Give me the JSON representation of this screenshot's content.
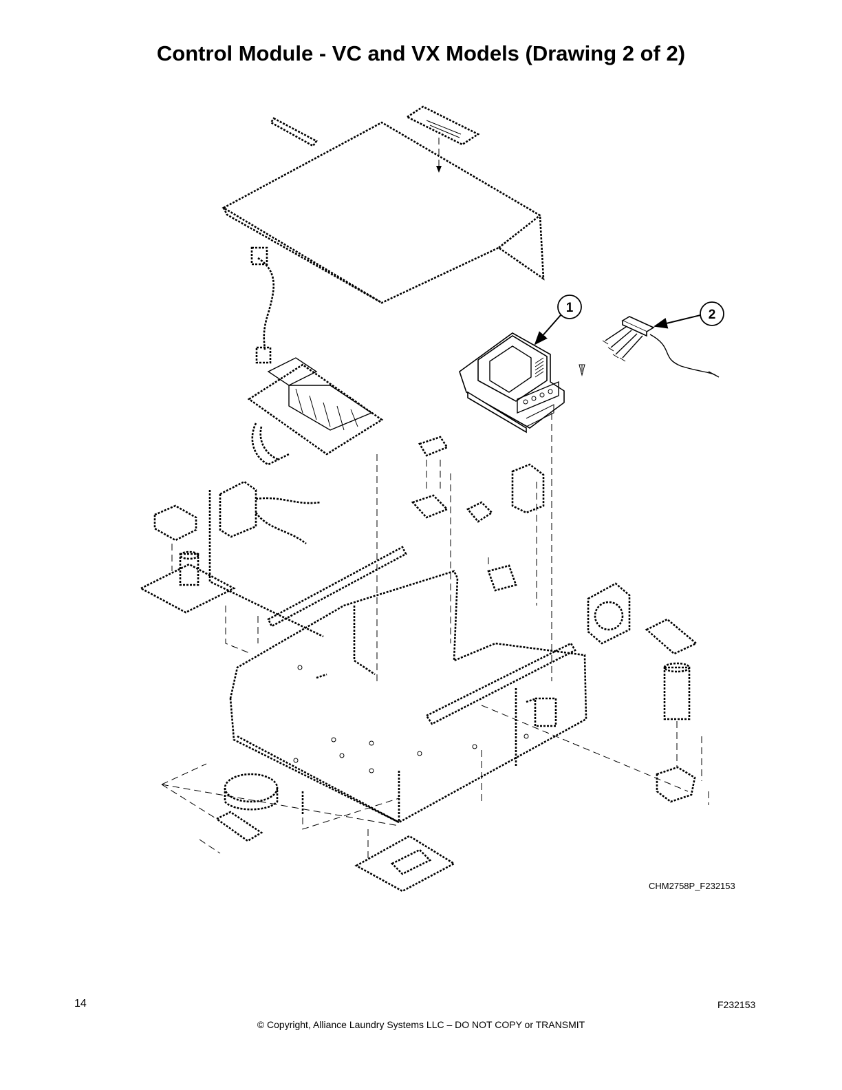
{
  "page": {
    "title": "Control Module - VC and VX Models (Drawing 2 of 2)",
    "drawing_code": "CHM2758P_F232153",
    "page_number": "14",
    "copyright": "© Copyright, Alliance Laundry Systems LLC – DO NOT COPY or TRANSMIT",
    "document_id": "F232153"
  },
  "callouts": [
    {
      "label": "1",
      "part": "control-display-module"
    },
    {
      "label": "2",
      "part": "wire-harness"
    }
  ]
}
